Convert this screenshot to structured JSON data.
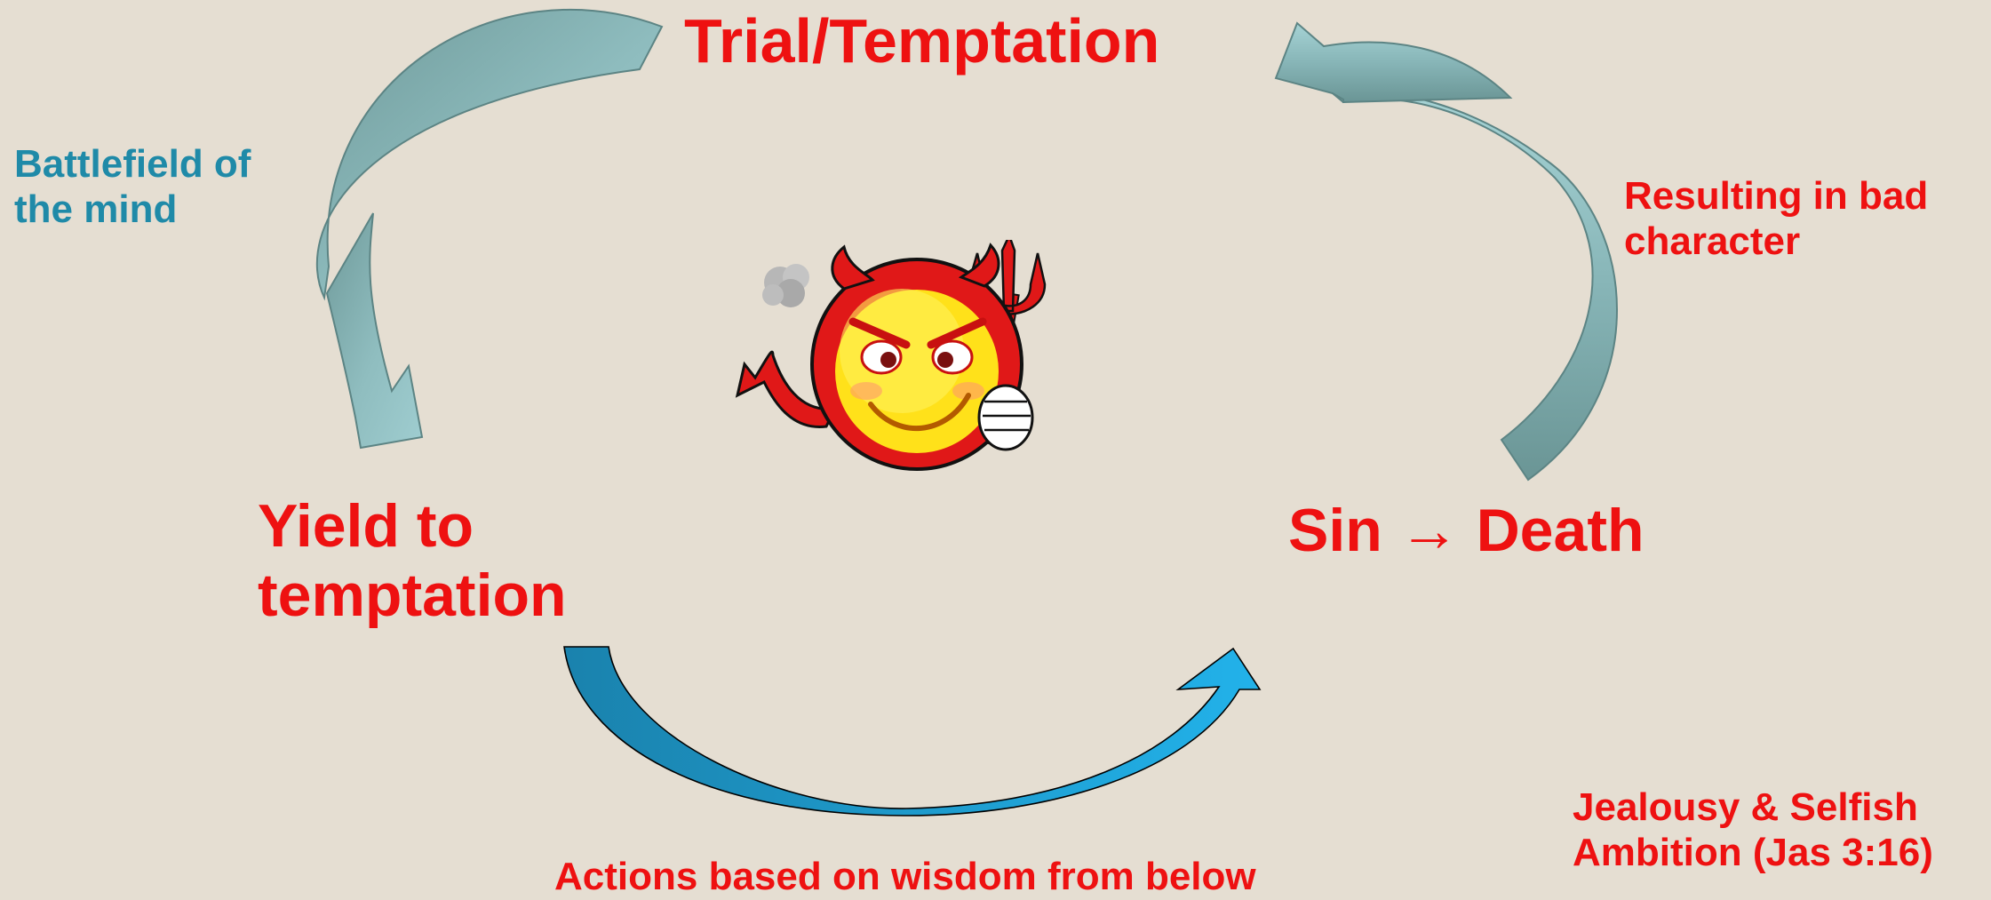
{
  "colors": {
    "background": "#e5ded2",
    "red_text": "#ee1111",
    "teal_text": "#1f8aa8",
    "arrow_teal": "#7fb2b4",
    "arrow_blue": "#1e9bd3"
  },
  "diagram": {
    "top_label": "Trial/Temptation",
    "left_node": {
      "line1": "Yield to",
      "line2": "temptation"
    },
    "right_node": "Sin → Death",
    "left_arc_label": {
      "line1": "Battlefield of",
      "line2": "the mind"
    },
    "right_arc_label": {
      "line1": "Resulting in bad",
      "line2": "character"
    },
    "bottom_arc_label": "Actions based on wisdom from below",
    "corner_note": {
      "line1": "Jealousy & Selfish",
      "line2": "Ambition (Jas 3:16)"
    }
  },
  "icons": {
    "center": "devil-emoji-icon"
  }
}
